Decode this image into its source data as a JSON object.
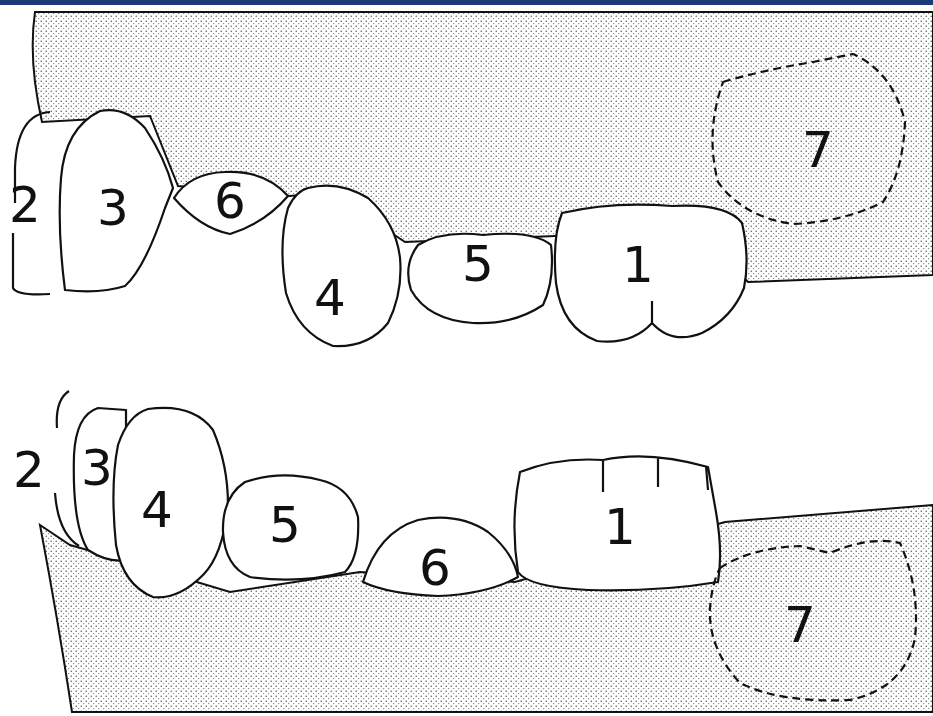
{
  "diagram": {
    "nodes": [
      {
        "text": [
          "2"
        ]
      },
      {
        "text": [
          "3"
        ]
      },
      {
        "text": [
          "6"
        ]
      },
      {
        "text": [
          "4"
        ]
      },
      {
        "text": [
          "5"
        ]
      },
      {
        "text": [
          "1"
        ]
      },
      {
        "text": [
          "7"
        ]
      },
      {
        "text": [
          "2"
        ]
      },
      {
        "text": [
          "3"
        ]
      },
      {
        "text": [
          "4"
        ]
      },
      {
        "text": [
          "5"
        ]
      },
      {
        "text": [
          "6"
        ]
      },
      {
        "text": [
          "1"
        ]
      },
      {
        "text": [
          "7"
        ]
      }
    ]
  }
}
